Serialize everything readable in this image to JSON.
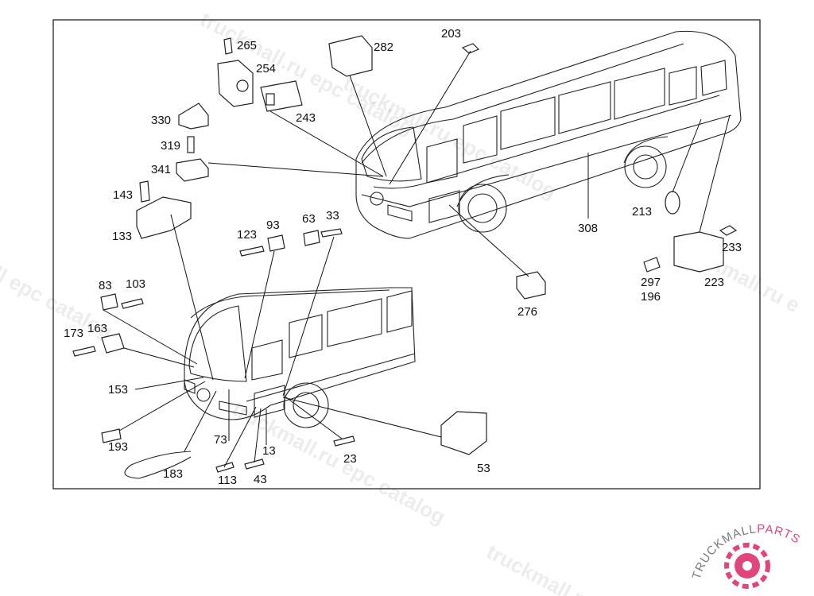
{
  "diagram": {
    "callouts": [
      {
        "id": "c265",
        "text": "265"
      },
      {
        "id": "c254",
        "text": "254"
      },
      {
        "id": "c243",
        "text": "243"
      },
      {
        "id": "c282",
        "text": "282"
      },
      {
        "id": "c203",
        "text": "203"
      },
      {
        "id": "c330",
        "text": "330"
      },
      {
        "id": "c319",
        "text": "319"
      },
      {
        "id": "c341",
        "text": "341"
      },
      {
        "id": "c143",
        "text": "143"
      },
      {
        "id": "c133",
        "text": "133"
      },
      {
        "id": "c123",
        "text": "123"
      },
      {
        "id": "c93",
        "text": "93"
      },
      {
        "id": "c63",
        "text": "63"
      },
      {
        "id": "c33",
        "text": "33"
      },
      {
        "id": "c83",
        "text": "83"
      },
      {
        "id": "c103",
        "text": "103"
      },
      {
        "id": "c173",
        "text": "173"
      },
      {
        "id": "c163",
        "text": "163"
      },
      {
        "id": "c153",
        "text": "153"
      },
      {
        "id": "c193",
        "text": "193"
      },
      {
        "id": "c183",
        "text": "183"
      },
      {
        "id": "c73",
        "text": "73"
      },
      {
        "id": "c113",
        "text": "113"
      },
      {
        "id": "c43",
        "text": "43"
      },
      {
        "id": "c13",
        "text": "13"
      },
      {
        "id": "c23",
        "text": "23"
      },
      {
        "id": "c53",
        "text": "53"
      },
      {
        "id": "c276",
        "text": "276"
      },
      {
        "id": "c308",
        "text": "308"
      },
      {
        "id": "c213",
        "text": "213"
      },
      {
        "id": "c233",
        "text": "233"
      },
      {
        "id": "c297",
        "text": "297"
      },
      {
        "id": "c196",
        "text": "196"
      },
      {
        "id": "c223",
        "text": "223"
      }
    ]
  },
  "watermarks": [
    "truckmall.ru epc catalog",
    "truckmall.ru epc catalog",
    "ll epc catalog",
    "truckmall.ru epc catalog",
    "ckmall.ru e",
    "truckmall.ru"
  ],
  "logo": {
    "brand_dark": "TRUCKMALL",
    "brand_accent": "PARTS",
    "accent_color": "#e0457b"
  }
}
